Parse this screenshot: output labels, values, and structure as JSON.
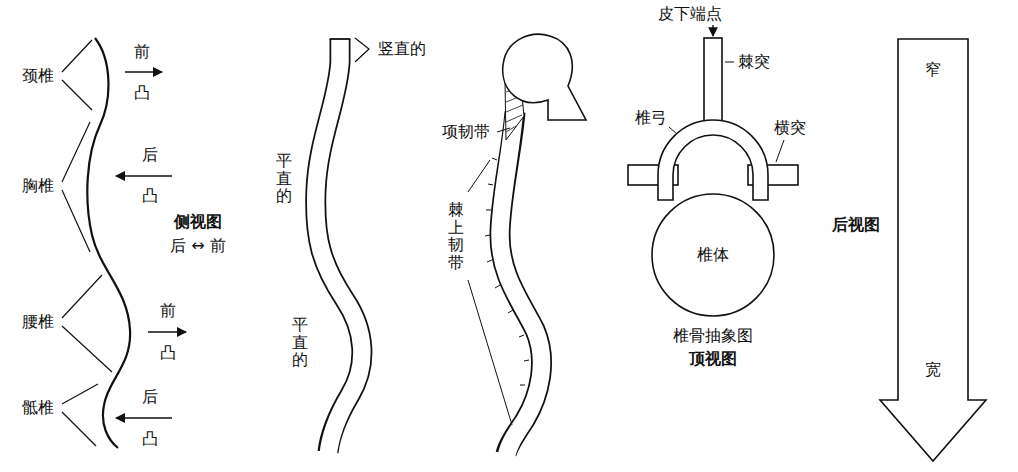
{
  "diagram": {
    "nodes": [
      {
        "text": [
          "椎体"
        ]
      },
      {
        "text": [
          "窄",
          "宽"
        ]
      }
    ],
    "labels": [
      "颈椎",
      "前",
      "凸",
      "胸椎",
      "后",
      "凸",
      "侧视图",
      "后 ↔ 前",
      "腰椎",
      "前",
      "凸",
      "骶椎",
      "后",
      "凸",
      "竖直的",
      "平直的",
      "平直的",
      "项韧带",
      "棘上韧带",
      "皮下端点",
      "棘突",
      "椎弓",
      "横突",
      "椎骨抽象图",
      "顶视图",
      "后视图"
    ]
  }
}
